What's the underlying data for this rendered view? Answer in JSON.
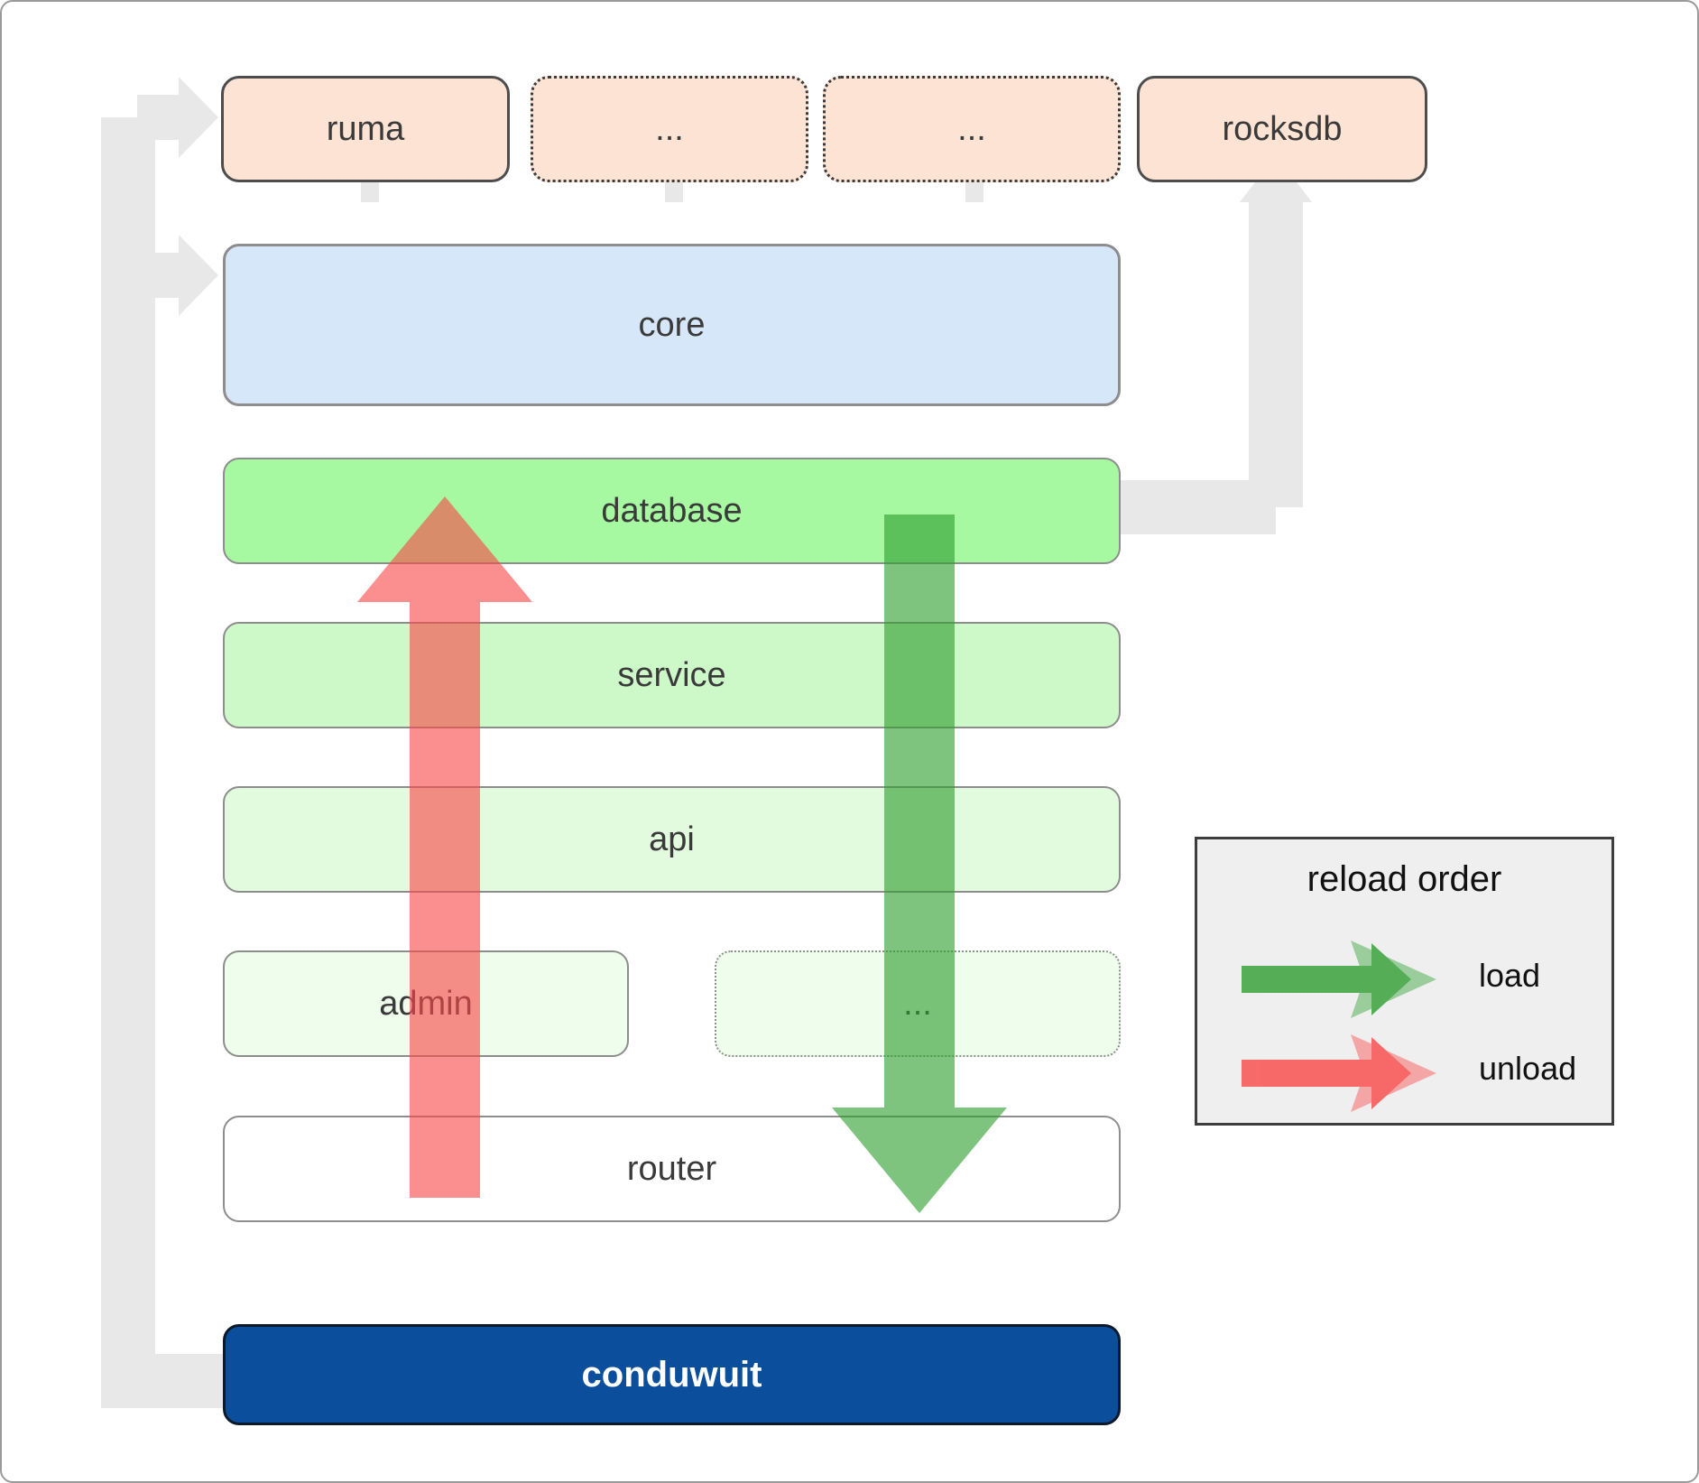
{
  "diagram": {
    "title": "conduwuit crate architecture / reload order",
    "dependencies": [
      {
        "label": "ruma",
        "style": "solid"
      },
      {
        "label": "...",
        "style": "dotted"
      },
      {
        "label": "...",
        "style": "dotted"
      },
      {
        "label": "rocksdb",
        "style": "solid"
      }
    ],
    "core": {
      "label": "core"
    },
    "layers": [
      {
        "label": "database",
        "style": "solid",
        "width": "full"
      },
      {
        "label": "service",
        "style": "solid",
        "width": "full"
      },
      {
        "label": "api",
        "style": "solid",
        "width": "full"
      },
      {
        "label": "admin",
        "style": "solid",
        "width": "half-left"
      },
      {
        "label": "...",
        "style": "dotted",
        "width": "half-right"
      },
      {
        "label": "router",
        "style": "solid",
        "width": "full"
      }
    ],
    "binary": {
      "label": "conduwuit"
    },
    "legend": {
      "title": "reload order",
      "entries": [
        {
          "label": "load",
          "color": "#5fad5f"
        },
        {
          "label": "unload",
          "color": "#fa7f7f"
        }
      ]
    },
    "colors": {
      "dependency_fill": "#fde3d3",
      "core_fill": "#d6e7fa",
      "database_fill": "#a6f9a1",
      "service_fill": "#cdf8c8",
      "api_fill": "#e2fade",
      "admin_fill": "#effdec",
      "router_fill": "#ffffff",
      "binary_fill": "#0b4f9c",
      "connector": "#e8e8e8",
      "load_arrow": "#5fad5f",
      "unload_arrow": "#fa7f7f",
      "legend_fill": "#efefef"
    }
  }
}
